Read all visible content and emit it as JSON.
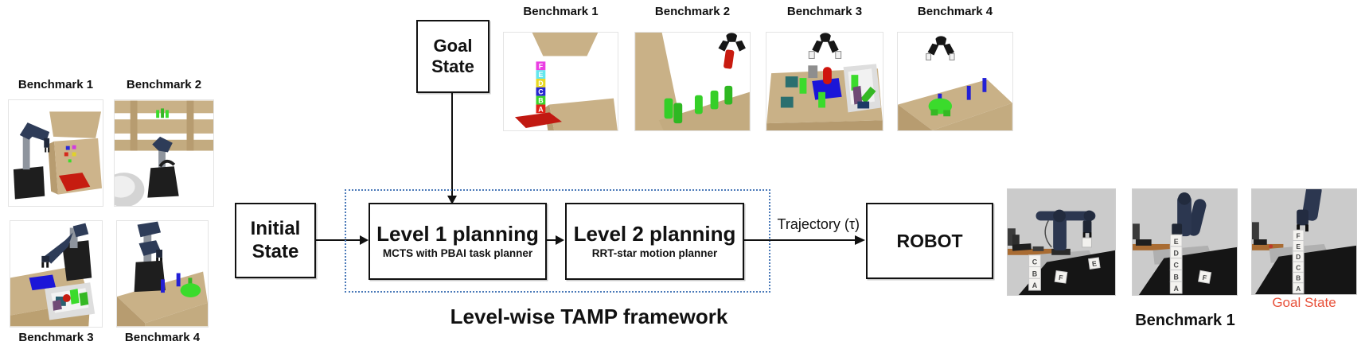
{
  "left_panel": {
    "benchmarks": [
      {
        "label": "Benchmark 1"
      },
      {
        "label": "Benchmark 2"
      },
      {
        "label": "Benchmark 3"
      },
      {
        "label": "Benchmark 4"
      }
    ]
  },
  "top_panel": {
    "benchmarks": [
      {
        "label": "Benchmark 1"
      },
      {
        "label": "Benchmark 2"
      },
      {
        "label": "Benchmark 3"
      },
      {
        "label": "Benchmark 4"
      }
    ],
    "block_stack_letters": [
      "F",
      "E",
      "D",
      "C",
      "B",
      "A"
    ]
  },
  "flow": {
    "goal_state": {
      "line1": "Goal",
      "line2": "State"
    },
    "initial_state": {
      "line1": "Initial",
      "line2": "State"
    },
    "level1": {
      "title": "Level 1 planning",
      "subtitle": "MCTS with PBAI task planner"
    },
    "level2": {
      "title": "Level 2 planning",
      "subtitle": "RRT-star motion planner"
    },
    "trajectory_label": "Trajectory (τ)",
    "robot_label": "ROBOT",
    "framework_label": "Level-wise TAMP framework"
  },
  "right_panel": {
    "benchmark_label": "Benchmark 1",
    "goal_state_label": "Goal State",
    "photo1_dice": {
      "stack": [
        "C",
        "B",
        "A"
      ],
      "table": [
        "F",
        "E"
      ]
    },
    "photo2_dice": {
      "held": "E",
      "stack": [
        "D",
        "C",
        "B",
        "A"
      ],
      "table": [
        "F"
      ]
    },
    "photo3_dice": {
      "stack": [
        "F",
        "E",
        "D",
        "C",
        "B",
        "A"
      ]
    }
  },
  "colors": {
    "frame_dotted_border": "#4a79b8",
    "goal_state_text": "#e8513a",
    "table_tan": "#c9b187",
    "object_green": "#3bdb2c",
    "object_blue": "#2320d6",
    "object_red": "#c61c10"
  }
}
